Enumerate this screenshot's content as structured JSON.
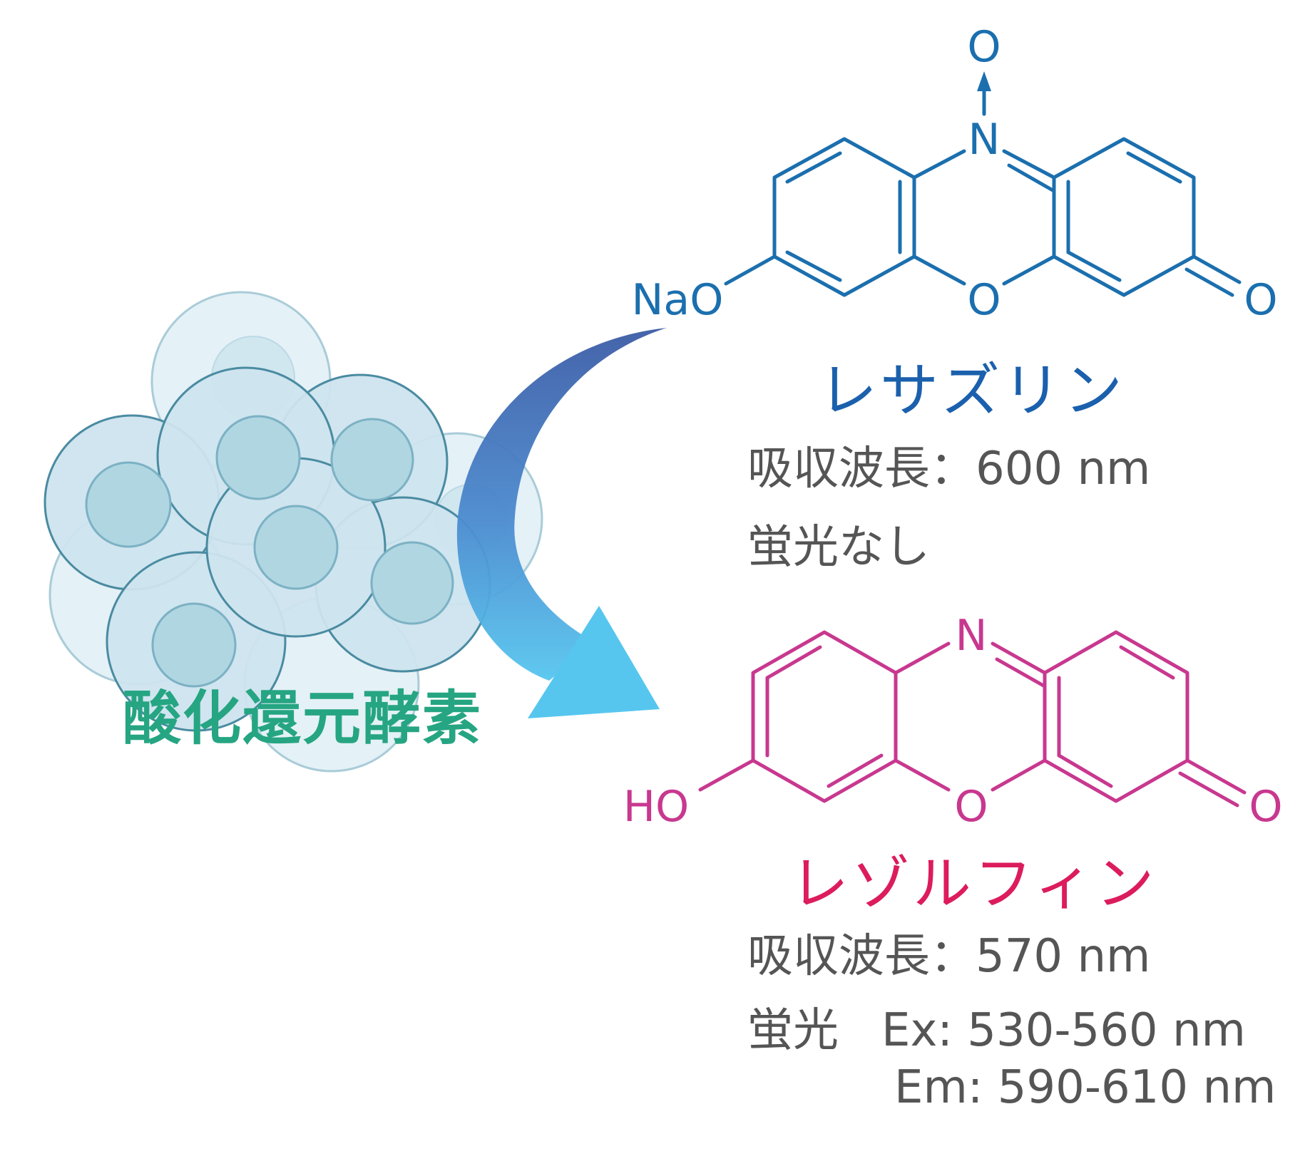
{
  "enzyme_label": "酸化還元酵素",
  "resazurin": {
    "name": "レサズリン",
    "absorption": "吸収波長：600 nm",
    "fluorescence": "蛍光なし",
    "atoms": {
      "top_o": "O",
      "n": "N",
      "ring_o": "O",
      "keto_o": "O",
      "left_group": "NaO"
    },
    "color": "#1b6fae"
  },
  "resorufin": {
    "name": "レゾルフィン",
    "absorption": "吸収波長：570 nm",
    "fluorescence_prefix": "蛍光",
    "ex": "Ex:  530-560 nm",
    "em": "Em: 590-610 nm",
    "atoms": {
      "n": "N",
      "ring_o": "O",
      "keto_o": "O",
      "left_group": "HO"
    },
    "color": "#c8388f"
  },
  "colors": {
    "enzyme": "#26a582",
    "resazurin_name": "#1b60ad",
    "resorufin_name": "#dc1c5c",
    "info_text": "#555555"
  }
}
